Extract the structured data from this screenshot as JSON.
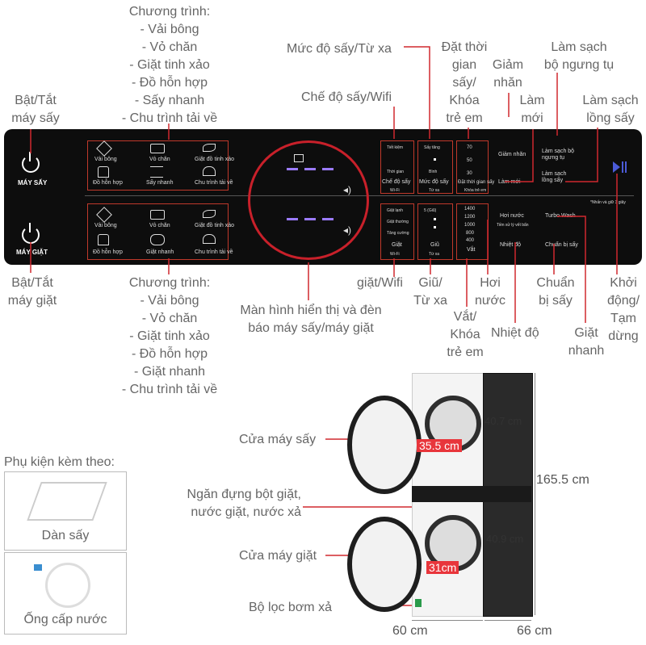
{
  "top_labels": {
    "dryer_power": [
      "Bật/Tắt",
      "máy sấy"
    ],
    "dryer_programs_title": "Chương trình:",
    "dryer_programs": [
      "- Vải bông",
      "- Vỏ chăn",
      "- Giặt tinh xảo",
      "- Đồ hỗn hợp",
      "- Sấy nhanh",
      "- Chu trình tải về"
    ],
    "dry_level_remote": "Mức độ sấy/Từ xa",
    "dry_mode_wifi": "Chế độ sấy/Wifi",
    "set_time": [
      "Đặt thời",
      "gian",
      "sấy/",
      "Khóa",
      "trẻ em"
    ],
    "reduce_wrinkle": [
      "Giảm",
      "nhăn"
    ],
    "refresh": [
      "Làm",
      "mới"
    ],
    "clean_condenser": [
      "Làm sạch",
      "bộ ngưng tụ"
    ],
    "clean_drum": [
      "Làm sạch",
      "lồng sấy"
    ]
  },
  "bottom_labels": {
    "washer_power": [
      "Bật/Tắt",
      "máy giặt"
    ],
    "washer_programs_title": "Chương trình:",
    "washer_programs": [
      "- Vải bông",
      "- Vỏ chăn",
      "- Giặt tinh xảo",
      "- Đồ hỗn hợp",
      "- Giặt nhanh",
      "- Chu trình tải về"
    ],
    "display": [
      "Màn hình hiển thị và đèn",
      "báo máy sấy/máy giặt"
    ],
    "wash_wifi": "giặt/Wifi",
    "keep_remote": [
      "Giũ/",
      "Từ xa"
    ],
    "spin_lock": [
      "Vắt/",
      "Khóa",
      "trẻ em"
    ],
    "steam": [
      "Hơi",
      "nước"
    ],
    "temperature": "Nhiệt độ",
    "prep_dry": [
      "Chuẩn",
      "bị sấy"
    ],
    "quick_wash": [
      "Giặt",
      "nhanh"
    ],
    "start_pause": [
      "Khởi",
      "động/",
      "Tạm",
      "dừng"
    ]
  },
  "panel": {
    "dryer_power_label": "MÁY SẤY",
    "washer_power_label": "MÁY GIẶT",
    "dryer_prog": [
      "Vải bông",
      "Vỏ chăn",
      "Giặt đồ tinh xảo",
      "Đồ hỗn hợp",
      "Sấy nhanh",
      "Chu trình tải về"
    ],
    "washer_prog": [
      "Vải bông",
      "Vỏ chăn",
      "Giặt đồ tinh xảo",
      "Đồ hỗn hợp",
      "Giặt nhanh",
      "Chu trình tải về"
    ],
    "dry_mode_small": [
      "Tiết kiệm",
      "Thời gian",
      "Chế độ sấy",
      "Wi-Fi"
    ],
    "dry_level_small": [
      "Sấy tăng",
      "Bình",
      "Mức độ sấy",
      "Từ xa"
    ],
    "dry_time_small": [
      "70",
      "50",
      "30",
      "Đặt thời gian sấy"
    ],
    "dry_time_extra": "Khóa trẻ em",
    "dry_extra": [
      "Giảm nhăn",
      "Làm mới",
      "Làm sạch bộ ngưng tụ",
      "Làm sạch lồng sấy"
    ],
    "dry_note": "*Nhấn và giữ 3 giây",
    "wash_small": [
      "Giặt lạnh",
      "Giặt thường",
      "Tăng cường",
      "Giặt",
      "Wi-Fi"
    ],
    "keep_small": [
      "5 (Giũ)",
      "Giũ",
      "Từ xa"
    ],
    "spin_small": [
      "1400",
      "1200",
      "1000",
      "800",
      "400",
      "Vắt"
    ],
    "wash_extra": [
      "Hơi nước",
      "Tiền xử lý vết bẩn",
      "Nhiệt độ",
      "Turbo Wash",
      "Chuẩn bị sấy"
    ]
  },
  "product": {
    "dryer_door": "Cửa máy sấy",
    "detergent": [
      "Ngăn đựng bột giặt,",
      "nước giặt, nước xả"
    ],
    "washer_door": "Cửa máy giặt",
    "filter": "Bộ lọc bơm xả",
    "dim_dryer_height": "40.7 cm",
    "dim_washer_height": "40.9 cm",
    "dim_total_height": "165.5 cm",
    "dim_dryer_door": "35.5 cm",
    "dim_washer_door": "31cm",
    "dim_width": "60 cm",
    "dim_depth": "66 cm"
  },
  "accessories": {
    "title": "Phụ kiện kèm theo:",
    "items": [
      "Dàn sấy",
      "Ống cấp nước"
    ]
  },
  "colors": {
    "accent": "#d0282e",
    "panel": "#0d0d0d",
    "led": "#9b7bff",
    "play": "#4b5bd8"
  }
}
